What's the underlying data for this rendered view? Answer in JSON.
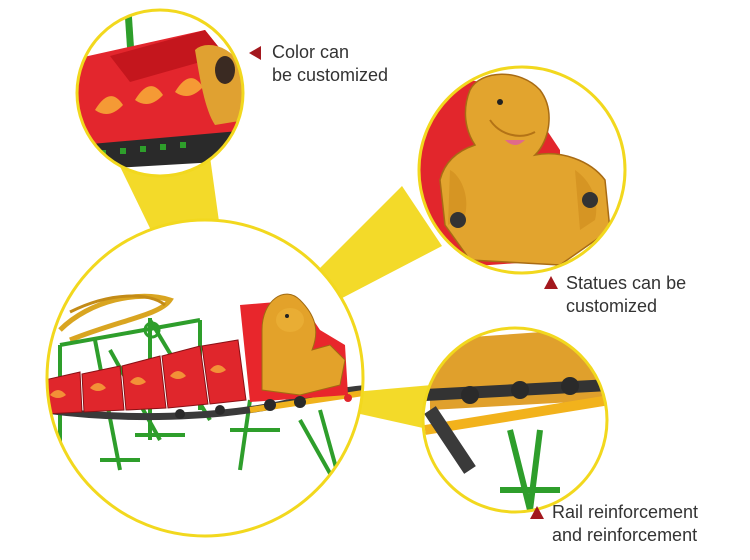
{
  "accent_color": "#f2d81e",
  "marker_color": "#a3181e",
  "callouts": [
    {
      "lines": [
        "Color can",
        "be customized"
      ],
      "marker": "left-triangle"
    },
    {
      "lines": [
        "Statues can be",
        "customized"
      ],
      "marker": "up-triangle"
    },
    {
      "lines": [
        "Rail reinforcement",
        "and reinforcement"
      ],
      "marker": "up-triangle"
    }
  ]
}
